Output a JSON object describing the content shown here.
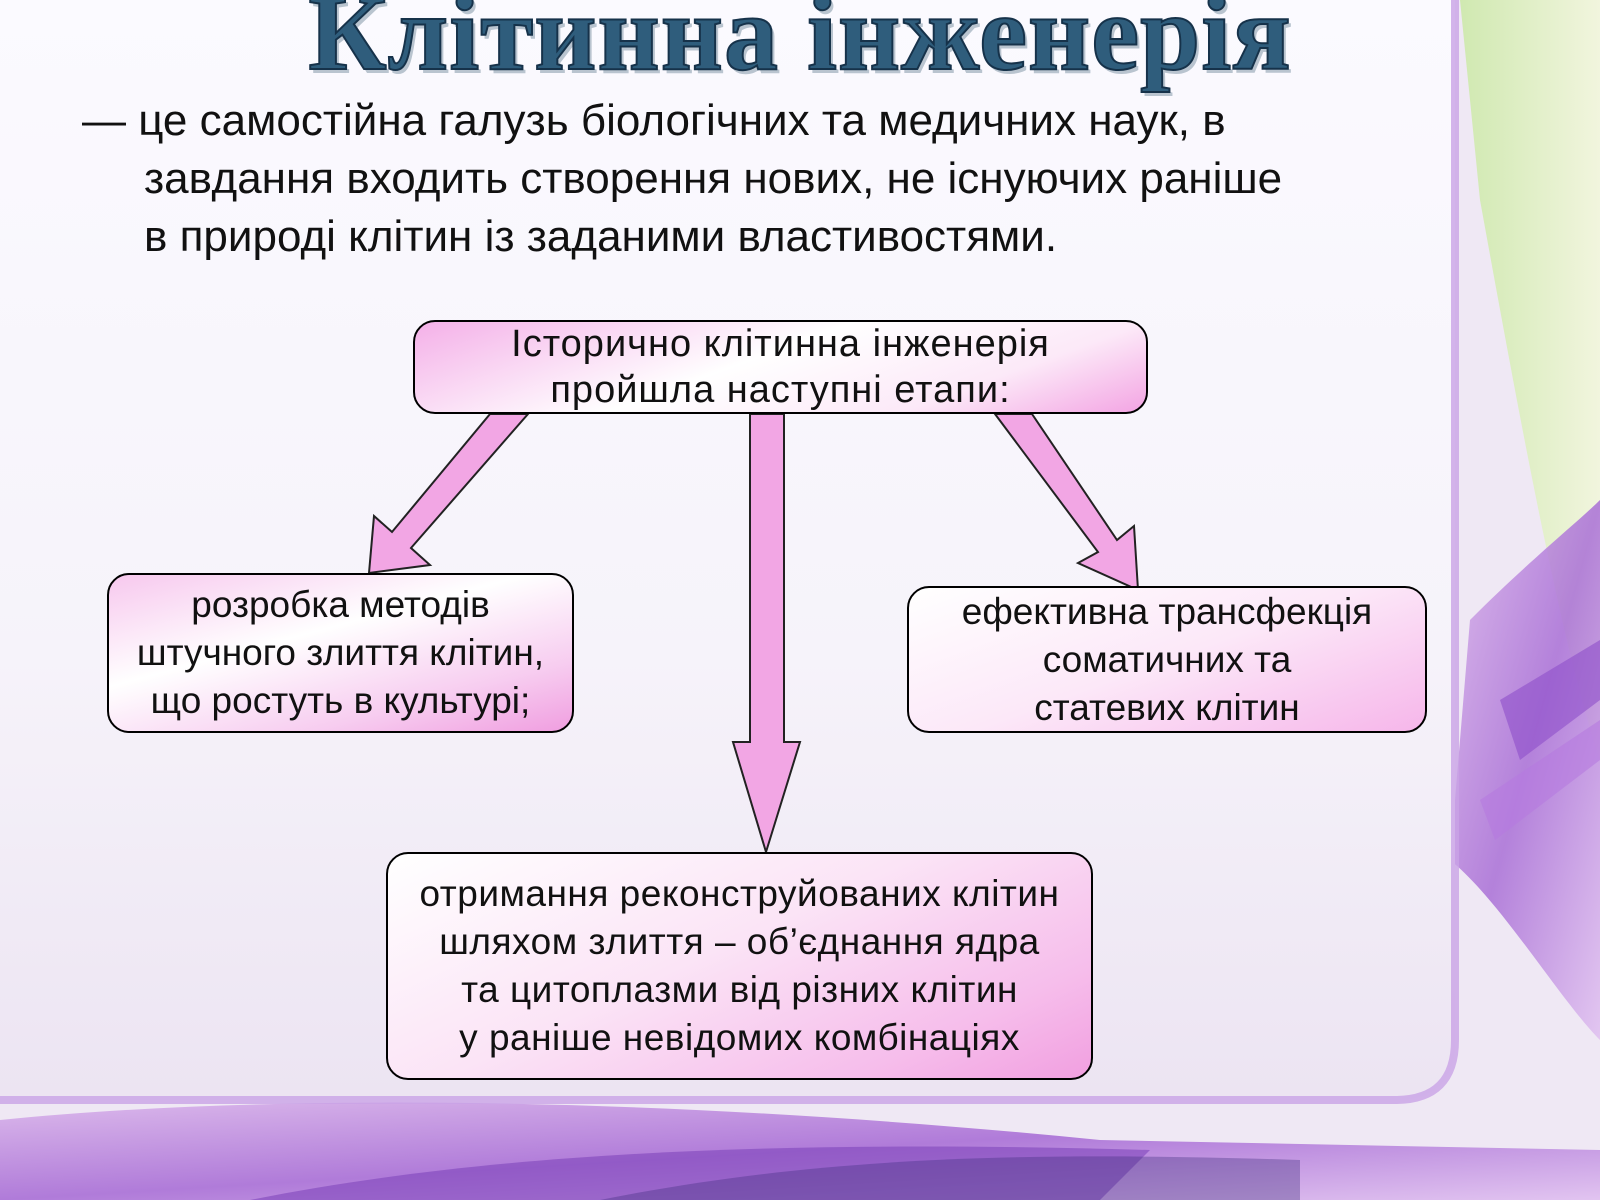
{
  "title": "Клітинна інженерія",
  "definition": {
    "lines": [
      "— це самостійна галузь біологічних та медичних наук, в",
      "завдання входить створення нових, не існуючих раніше",
      "в природі клітин із заданими властивостями."
    ]
  },
  "diagram": {
    "root": {
      "lines": [
        "Історично клітинна інженерія",
        "пройшла наступні етапи:"
      ]
    },
    "stages": [
      {
        "id": "left",
        "lines": [
          "розробка методів",
          "штучного злиття клітин,",
          "що ростуть в культурі;"
        ]
      },
      {
        "id": "bottom",
        "lines": [
          "отримання реконструйованих клітин",
          "шляхом злиття – об’єднання ядра",
          "та цитоплазми від різних клітин",
          "у раніше невідомих комбінаціях"
        ]
      },
      {
        "id": "right",
        "lines": [
          "ефективна трансфекція",
          "соматичних та",
          "статевих клітин"
        ]
      }
    ]
  },
  "colors": {
    "title": "#2f5d7c",
    "arrow_fill": "#f2a6e4",
    "box_gradient_pink": "#f1a4e3",
    "background": "#f3eef6"
  }
}
